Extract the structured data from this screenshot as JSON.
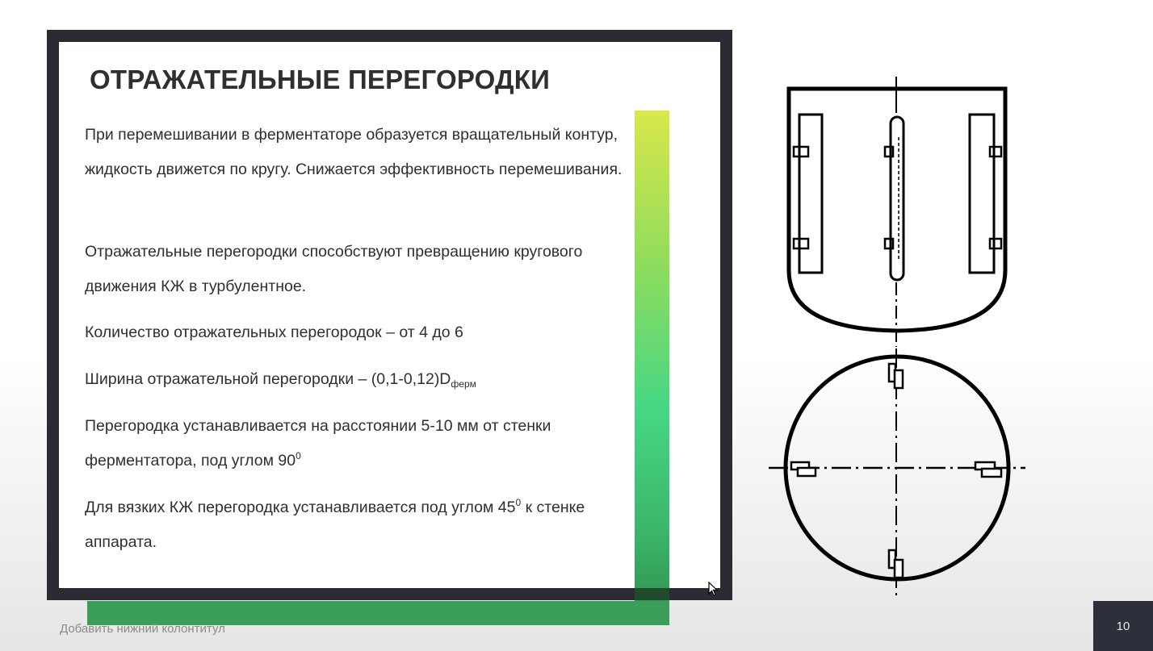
{
  "slide": {
    "title": "ОТРАЖАТЕЛЬНЫЕ ПЕРЕГОРОДКИ",
    "paragraphs": {
      "p1": "При перемешивании в ферментаторе образуется вращательный контур, жидкость движется по кругу. Снижается эффективность перемешивания.",
      "p2": "Отражательные перегородки способствуют превращению кругового движения КЖ в турбулентное.",
      "p3": "Количество отражательных перегородок – от 4 до 6",
      "p4_main": "Ширина отражательной перегородки – (0,1-0,12)D",
      "p4_sub": "ферм",
      "p5_main": "Перегородка устанавливается на расстоянии 5-10 мм от стенки ферментатора, под углом 90",
      "p5_sup": "0",
      "p6_main": "Для вязких КЖ перегородка устанавливается под углом 45",
      "p6_sup": "0",
      "p6_tail": " к стенке аппарата."
    },
    "footer": "Добавить нижний колонтитул",
    "page_number": "10"
  },
  "colors": {
    "frame": "#2a2b33",
    "text": "#2f2f33",
    "accent_green": "#3a9d5a",
    "accent_yellow": "#d8e84a",
    "page_box": "#2d2f3a"
  },
  "icons": {
    "cursor": "mouse-pointer-icon"
  }
}
